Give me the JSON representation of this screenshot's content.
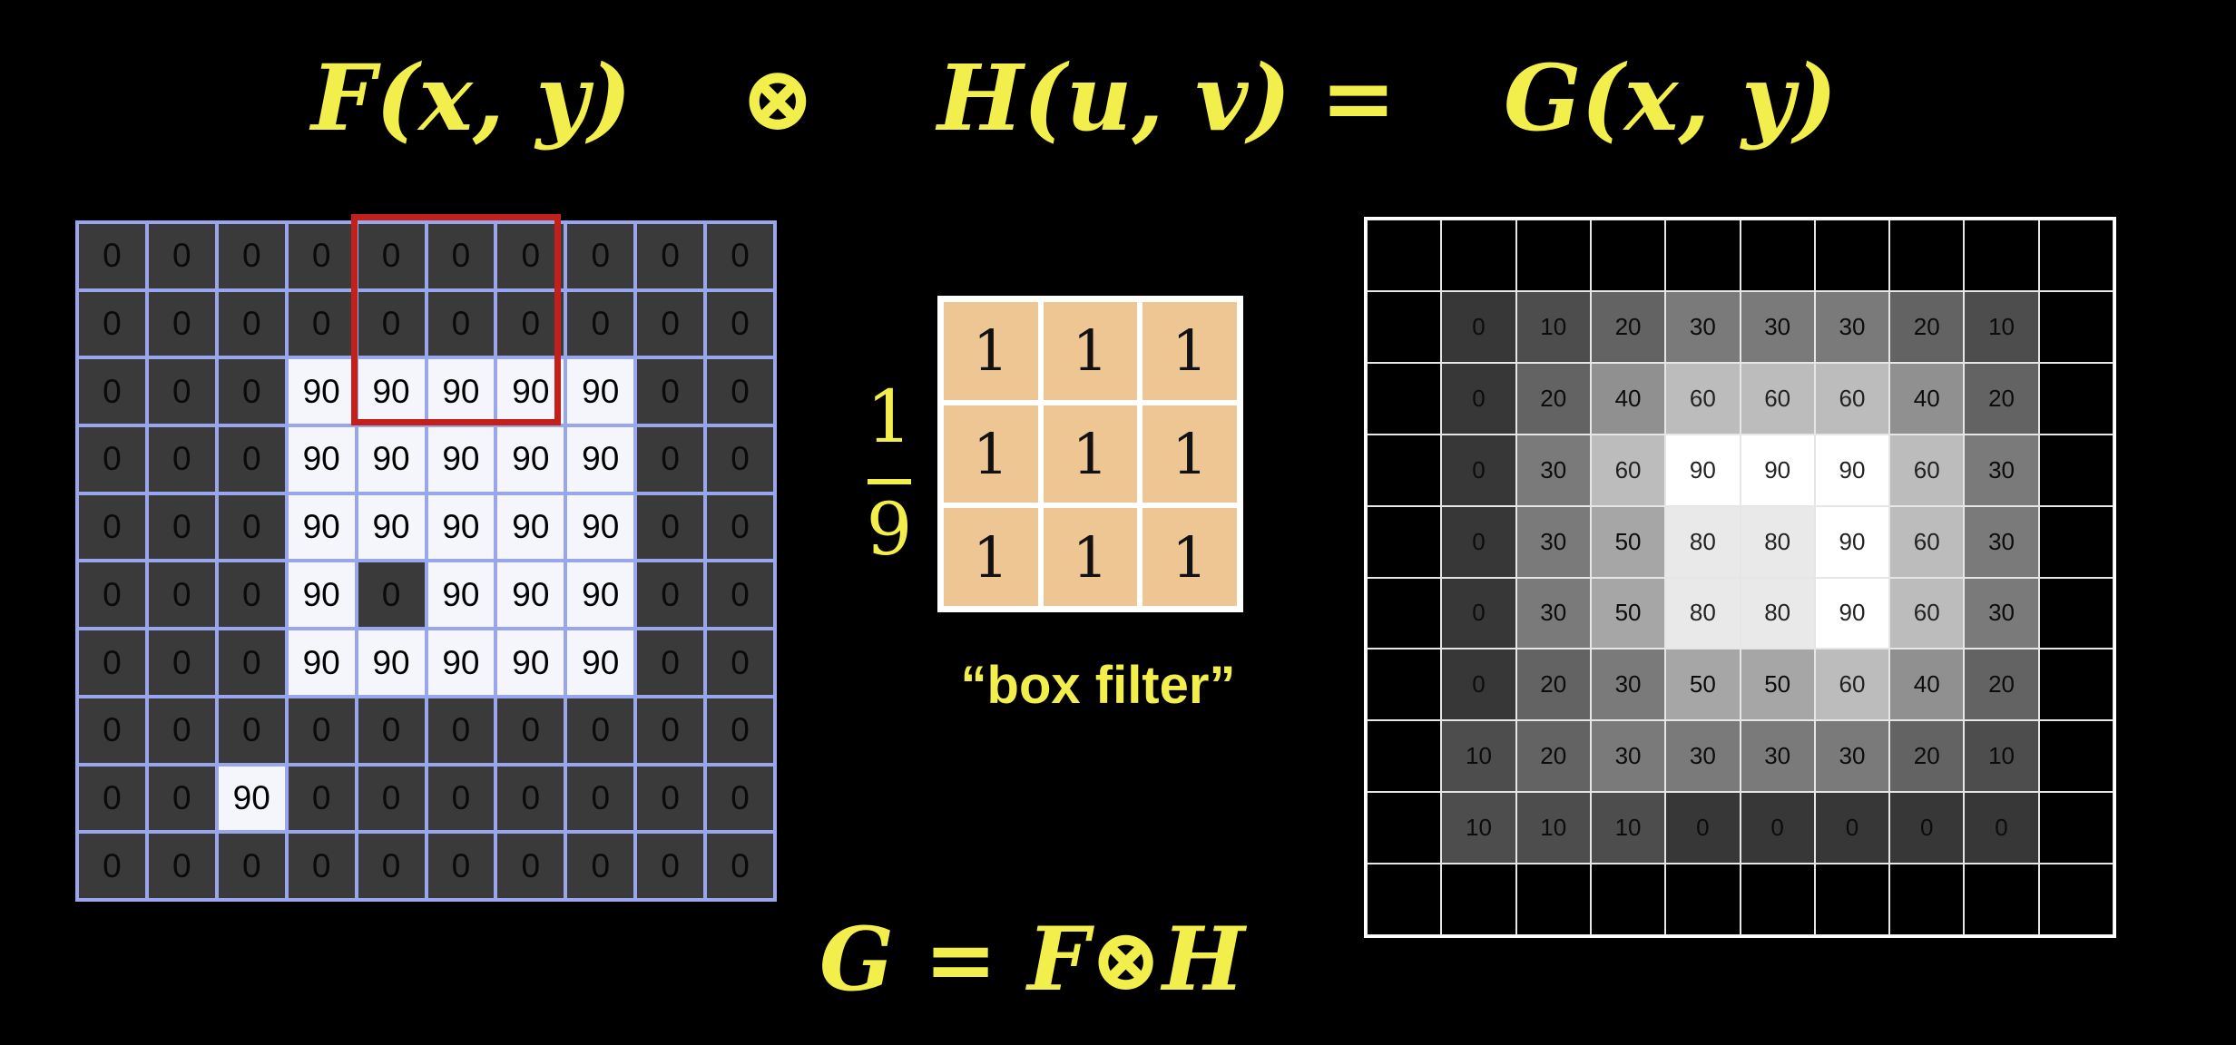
{
  "equation": {
    "f_xy": "F(x, y)",
    "conv_op": "⊗",
    "h_uv": "H(u, v)",
    "equals": "=",
    "g_xy": "G(x, y)"
  },
  "bottom_equation": "G = F⊗H",
  "kernel": {
    "scale_numerator": "1",
    "scale_denominator": "9",
    "values": [
      [
        1,
        1,
        1
      ],
      [
        1,
        1,
        1
      ],
      [
        1,
        1,
        1
      ]
    ],
    "caption": "“box filter”"
  },
  "input_image": {
    "values": [
      [
        0,
        0,
        0,
        0,
        0,
        0,
        0,
        0,
        0,
        0
      ],
      [
        0,
        0,
        0,
        0,
        0,
        0,
        0,
        0,
        0,
        0
      ],
      [
        0,
        0,
        0,
        90,
        90,
        90,
        90,
        90,
        0,
        0
      ],
      [
        0,
        0,
        0,
        90,
        90,
        90,
        90,
        90,
        0,
        0
      ],
      [
        0,
        0,
        0,
        90,
        90,
        90,
        90,
        90,
        0,
        0
      ],
      [
        0,
        0,
        0,
        90,
        0,
        90,
        90,
        90,
        0,
        0
      ],
      [
        0,
        0,
        0,
        90,
        90,
        90,
        90,
        90,
        0,
        0
      ],
      [
        0,
        0,
        0,
        0,
        0,
        0,
        0,
        0,
        0,
        0
      ],
      [
        0,
        0,
        90,
        0,
        0,
        0,
        0,
        0,
        0,
        0
      ],
      [
        0,
        0,
        0,
        0,
        0,
        0,
        0,
        0,
        0,
        0
      ]
    ],
    "highlight": {
      "row_start": 0,
      "col_start": 4,
      "rows": 3,
      "cols": 3
    }
  },
  "output_image": {
    "values": [
      [
        null,
        null,
        null,
        null,
        null,
        null,
        null,
        null,
        null,
        null
      ],
      [
        null,
        0,
        10,
        20,
        30,
        30,
        30,
        20,
        10,
        null
      ],
      [
        null,
        0,
        20,
        40,
        60,
        60,
        60,
        40,
        20,
        null
      ],
      [
        null,
        0,
        30,
        60,
        90,
        90,
        90,
        60,
        30,
        null
      ],
      [
        null,
        0,
        30,
        50,
        80,
        80,
        90,
        60,
        30,
        null
      ],
      [
        null,
        0,
        30,
        50,
        80,
        80,
        90,
        60,
        30,
        null
      ],
      [
        null,
        0,
        20,
        30,
        50,
        50,
        60,
        40,
        20,
        null
      ],
      [
        null,
        10,
        20,
        30,
        30,
        30,
        30,
        20,
        10,
        null
      ],
      [
        null,
        10,
        10,
        10,
        0,
        0,
        0,
        0,
        0,
        null
      ],
      [
        null,
        null,
        null,
        null,
        null,
        null,
        null,
        null,
        null,
        null
      ]
    ]
  },
  "colors": {
    "accent_yellow": "#f2ee4b",
    "grid_line_blue": "#9aa6ec",
    "highlight_red": "#c4201b",
    "kernel_fill": "#eec694",
    "dark_cell": "#3a3a3a",
    "bright_cell": "#f5f6fc"
  }
}
